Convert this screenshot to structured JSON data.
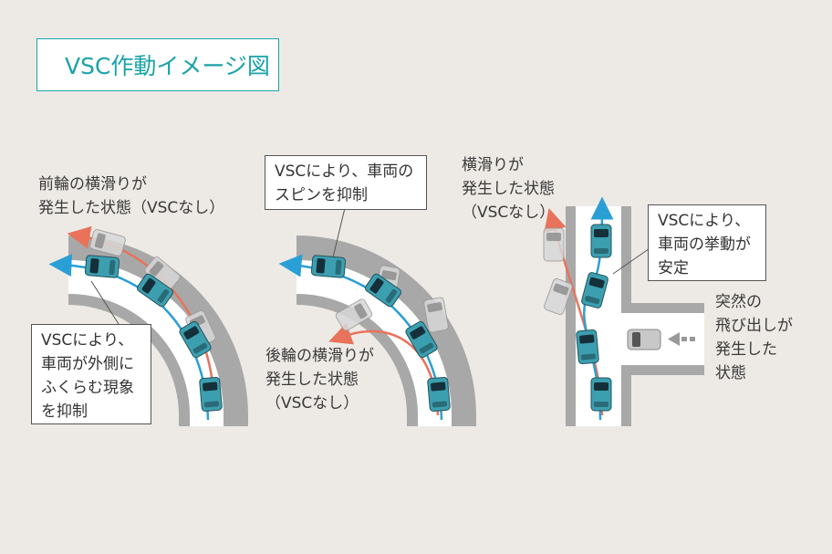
{
  "title": "VSC作動イメージ図",
  "scene1": {
    "problem_lines": [
      "前輪の横滑りが",
      "発生した状態（VSCなし）"
    ],
    "vsc_lines": [
      "VSCにより、",
      "車両が外側に",
      "ふくらむ現象",
      "を抑制"
    ]
  },
  "scene2": {
    "vsc_lines": [
      "VSCにより、車両の",
      "スピンを抑制"
    ],
    "problem_lines": [
      "後輪の横滑りが",
      "発生した状態",
      "（VSCなし）"
    ]
  },
  "scene3": {
    "problem_lines": [
      "横滑りが",
      "発生した状態",
      "（VSCなし）"
    ],
    "vsc_lines": [
      "VSCにより、",
      "車両の挙動が",
      "安定"
    ],
    "event_lines": [
      "突然の",
      "飛び出しが",
      "発生した",
      "状態"
    ]
  },
  "colors": {
    "accent": "#1aa3a8",
    "vsc_path": "#2a9fd6",
    "no_vsc_path": "#e8735a",
    "road_edge": "#a8a8a8",
    "road": "#ffffff",
    "car_body": "#3c9fb0"
  }
}
